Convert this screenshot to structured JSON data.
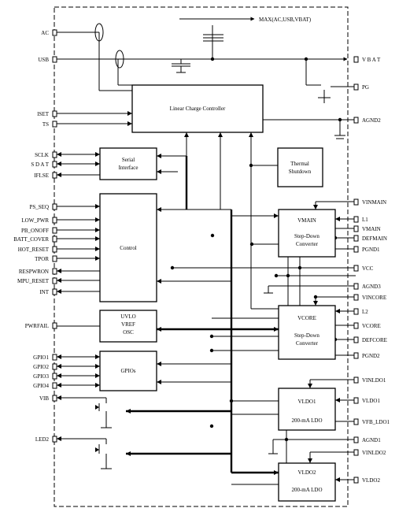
{
  "top_label": "MAX(AC,USB,VBAT)",
  "left_pins": [
    {
      "id": "ac",
      "label": "AC"
    },
    {
      "id": "usb",
      "label": "USB"
    },
    {
      "id": "iset",
      "label": "ISET"
    },
    {
      "id": "ts",
      "label": "TS"
    },
    {
      "id": "sclk",
      "label": "SCLK"
    },
    {
      "id": "sdat",
      "label": "S D A T"
    },
    {
      "id": "iflse",
      "label": "IFLSE"
    },
    {
      "id": "ps-seq",
      "label": "PS_SEQ"
    },
    {
      "id": "low-pwr",
      "label": "LOW_PWR"
    },
    {
      "id": "pb-onoff",
      "label": "PB_ONOFF"
    },
    {
      "id": "batt-cover",
      "label": "BATT_COVER"
    },
    {
      "id": "hot-reset",
      "label": "HOT_RESET"
    },
    {
      "id": "tpor",
      "label": "TPOR"
    },
    {
      "id": "respwron",
      "label": "RESPWRON"
    },
    {
      "id": "mpu-reset",
      "label": "MPU_RESET"
    },
    {
      "id": "int",
      "label": "INT"
    },
    {
      "id": "pwrfail",
      "label": "PWRFAIL"
    },
    {
      "id": "gpio1",
      "label": "GPIO1"
    },
    {
      "id": "gpio2",
      "label": "GPIO2"
    },
    {
      "id": "gpio3",
      "label": "GPIO3"
    },
    {
      "id": "gpio4",
      "label": "GPIO4"
    },
    {
      "id": "vib",
      "label": "VIB"
    },
    {
      "id": "led2",
      "label": "LED2"
    }
  ],
  "right_pins": [
    {
      "id": "vbat",
      "label": "V B A T"
    },
    {
      "id": "pg",
      "label": "PG"
    },
    {
      "id": "agnd2",
      "label": "AGND2"
    },
    {
      "id": "vinmain",
      "label": "VINMAIN"
    },
    {
      "id": "l1",
      "label": "L1"
    },
    {
      "id": "vmain",
      "label": "VMAIN"
    },
    {
      "id": "defmain",
      "label": "DEFMAIN"
    },
    {
      "id": "pgnd1",
      "label": "PGND1"
    },
    {
      "id": "vcc",
      "label": "VCC"
    },
    {
      "id": "agnd3",
      "label": "AGND3"
    },
    {
      "id": "vincore",
      "label": "VINCORE"
    },
    {
      "id": "l2",
      "label": "L2"
    },
    {
      "id": "vcore",
      "label": "VCORE"
    },
    {
      "id": "defcore",
      "label": "DEFCORE"
    },
    {
      "id": "pgnd2",
      "label": "PGND2"
    },
    {
      "id": "vinldo1",
      "label": "VINLDO1"
    },
    {
      "id": "vldo1-pin",
      "label": "VLDO1"
    },
    {
      "id": "vfb-ldo1",
      "label": "VFB_LDO1"
    },
    {
      "id": "agnd1",
      "label": "AGND1"
    },
    {
      "id": "vinldo2",
      "label": "VINLDO2"
    },
    {
      "id": "vldo2-pin",
      "label": "VLDO2"
    }
  ],
  "blocks": {
    "charger": "Linear Charge Controller",
    "serial_1": "Serial",
    "serial_2": "Interface",
    "thermal_1": "Thermal",
    "thermal_2": "Shutdown",
    "control": "Control",
    "vmain_1": "VMAIN",
    "vmain_2": "Step-Down",
    "vmain_3": "Converter",
    "uvlo_1": "UVLO",
    "uvlo_2": "VREF",
    "uvlo_3": "OSC",
    "vcore_1": "VCORE",
    "vcore_2": "Step-Down",
    "vcore_3": "Converter",
    "gpios": "GPIOs",
    "vldo1_1": "VLDO1",
    "vldo1_2": "200-mA LDO",
    "vldo2_1": "VLDO2",
    "vldo2_2": "200-mA LDO"
  }
}
